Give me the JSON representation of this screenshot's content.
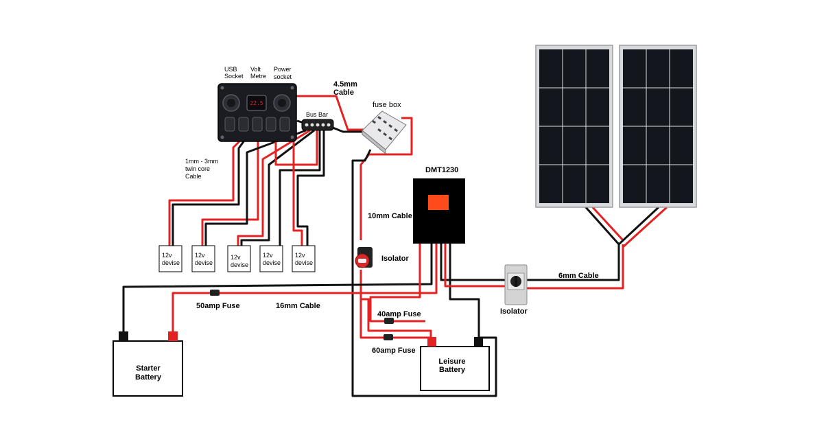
{
  "switch_panel": {
    "usb_line1": "USB",
    "usb_line2": "Socket",
    "volt_line1": "Volt",
    "volt_line2": "Metre",
    "power_line1": "Power",
    "power_line2": "socket",
    "voltmeter_reading": "22.5"
  },
  "bus_bar_label": "Bus Bar",
  "fuse_box_label": "fuse box",
  "cable_45mm_line1": "4.5mm",
  "cable_45mm_line2": "Cable",
  "twin_core_line1": "1mm - 3mm",
  "twin_core_line2": "twin core",
  "twin_core_line3": "Cable",
  "devices": [
    {
      "line1": "12v",
      "line2": "devise"
    },
    {
      "line1": "12v",
      "line2": "devise"
    },
    {
      "line1": "12v",
      "line2": "devise"
    },
    {
      "line1": "12v",
      "line2": "devise"
    },
    {
      "line1": "12v",
      "line2": "devise"
    }
  ],
  "dmt_label": "DMT1230",
  "cable_10mm_label": "10mm Cable",
  "isolator_battery_label": "Isolator",
  "isolator_solar_label": "Isolator",
  "cable_6mm_label": "6mm Cable",
  "fuse_50_label": "50amp Fuse",
  "cable_16mm_label": "16mm Cable",
  "fuse_40_label": "40amp Fuse",
  "fuse_60_label": "60amp Fuse",
  "starter_battery": {
    "line1": "Starter",
    "line2": "Battery"
  },
  "leisure_battery": {
    "line1": "Leisure",
    "line2": "Battery"
  },
  "colors": {
    "positive": "#e32222",
    "negative": "#111111",
    "panel": "#1b1c22",
    "accent": "#ff4a1c"
  }
}
